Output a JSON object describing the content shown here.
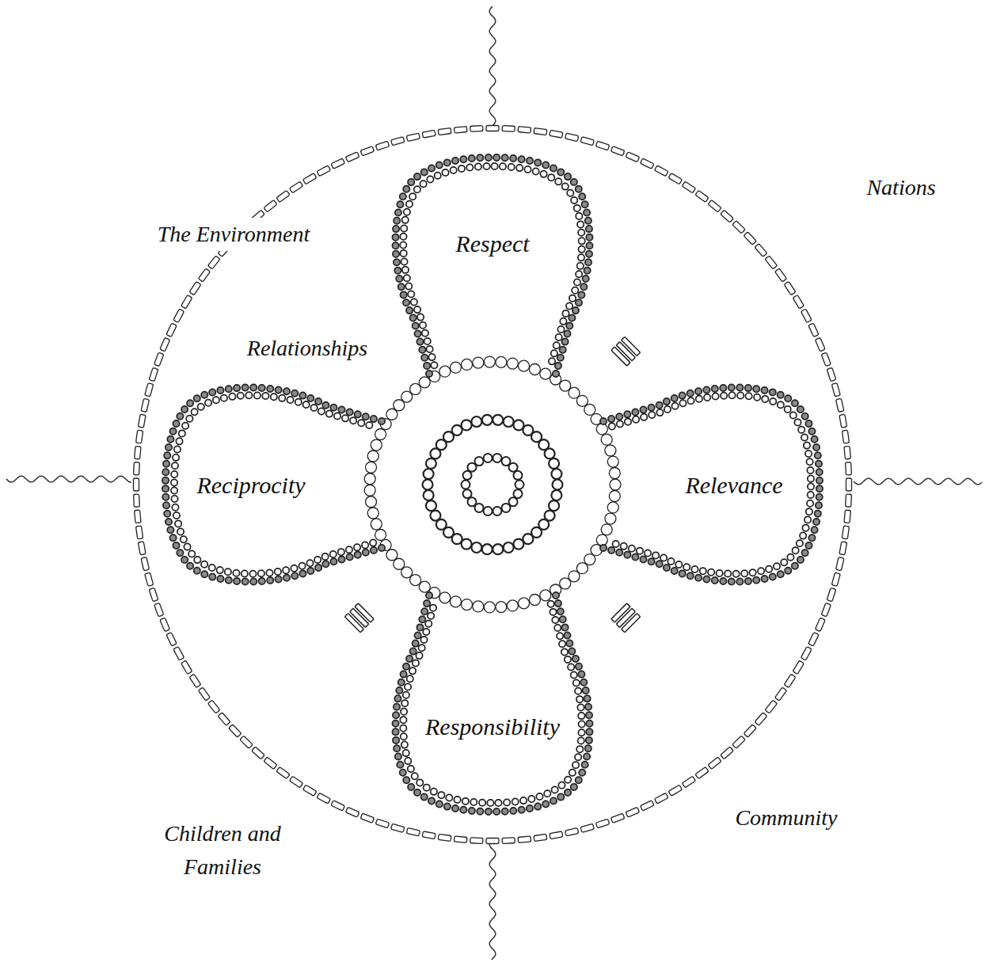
{
  "diagram": {
    "nodes": [
      {
        "text": [
          "Respect"
        ]
      },
      {
        "text": [
          "Reciprocity"
        ]
      },
      {
        "text": [
          "Relevance"
        ]
      },
      {
        "text": [
          "Responsibility"
        ]
      }
    ],
    "labels": [
      "Nations",
      "The Environment",
      "Relationships",
      "Children and Families",
      "Community"
    ]
  }
}
